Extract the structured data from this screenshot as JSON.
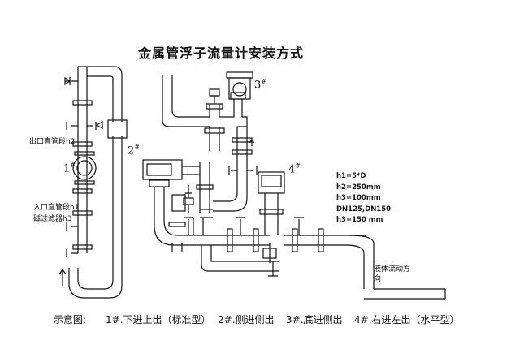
{
  "title": "金属管浮子流量计安装方式",
  "left_labels": {
    "outlet": "出口直管段h2",
    "inlet": "入口直管段h1",
    "filter": "磁过滤器h3"
  },
  "callouts": [
    "1",
    "2",
    "3",
    "4"
  ],
  "callout_mark": "#",
  "specs": [
    "h1=5*D",
    "h2=250mm",
    "h3=100mm",
    "DN125,DN150",
    "h3=150 mm"
  ],
  "flow_direction": [
    "液体流动方",
    "向"
  ],
  "legend": {
    "heading": "示意图:",
    "items": [
      "1#.下进上出（标准型）",
      "2#.侧进侧出",
      "3#.底进侧出",
      "4#.右进左出（水平型）"
    ]
  }
}
